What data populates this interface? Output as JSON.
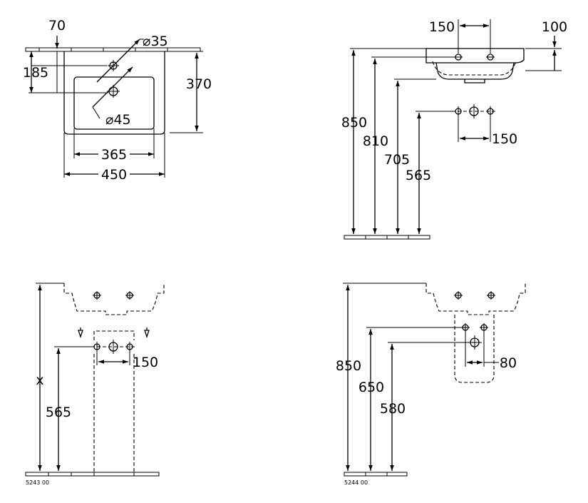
{
  "views": {
    "top": {
      "dim_70": "70",
      "dim_diam35": "⌀35",
      "dim_185": "185",
      "dim_370": "370",
      "dim_diam45": "⌀45",
      "dim_365": "365",
      "dim_450": "450"
    },
    "front": {
      "dim_150_top": "150",
      "dim_100": "100",
      "dim_850": "850",
      "dim_810": "810",
      "dim_705": "705",
      "dim_565": "565",
      "dim_150_side": "150"
    },
    "pedestal": {
      "dim_x": "x",
      "dim_565": "565",
      "dim_150": "150",
      "code": "5243 00"
    },
    "semi_pedestal": {
      "dim_850": "850",
      "dim_650": "650",
      "dim_580": "580",
      "dim_80": "80",
      "code": "5244 00"
    }
  }
}
